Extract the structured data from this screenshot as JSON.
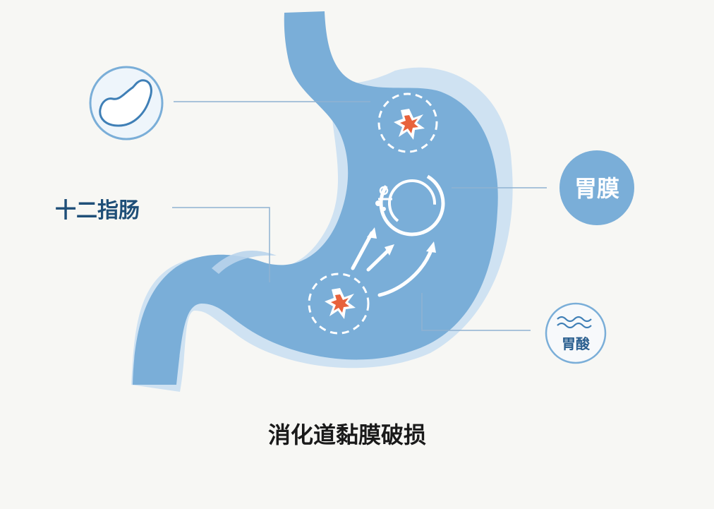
{
  "labels": {
    "duodenum": "十二指肠",
    "membrane": "胃膜",
    "acid": "胃酸",
    "caption": "消化道黏膜破损"
  },
  "icons": {
    "stomach_badge": "stomach-outline-icon",
    "acid_badge": "acid-wave-icon",
    "damage_spots": "burst-damage-icon",
    "repair_ring": "repair-cycle-icon"
  },
  "colors": {
    "background": "#f7f7f4",
    "stomach_fill": "#7aaed8",
    "stomach_halo": "#cfe2f2",
    "badge_fill": "#7aaed8",
    "label_dark": "#1f4f78",
    "leader_line": "#8fb2d1",
    "damage": "#e8623c",
    "caption": "#1a1a1a"
  }
}
